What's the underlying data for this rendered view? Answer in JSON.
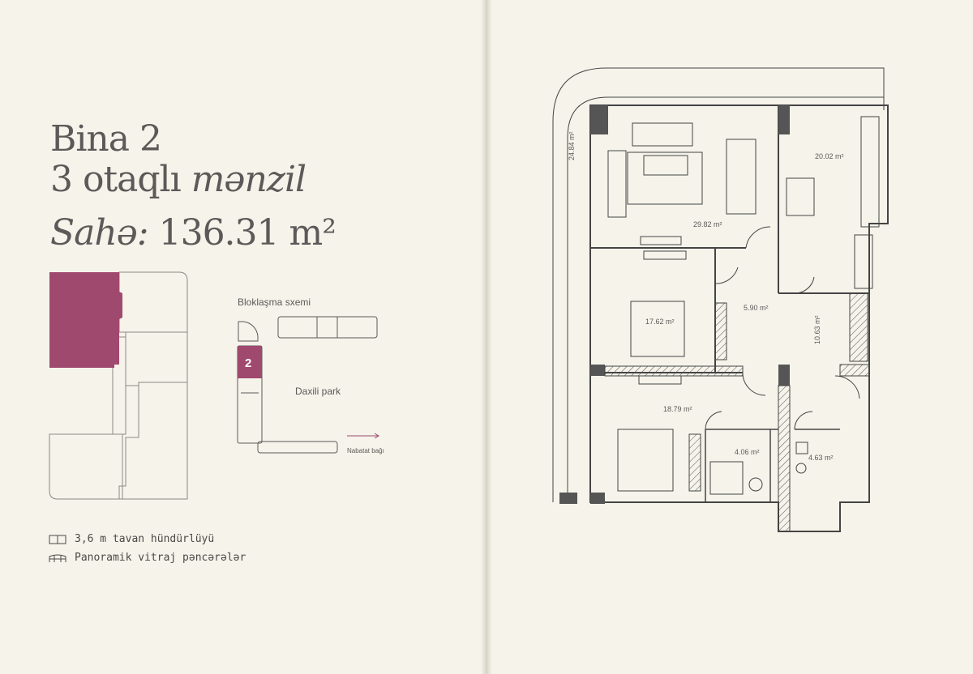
{
  "heading": {
    "building": "Bina 2",
    "rooms_prefix": "3 otaqlı",
    "rooms_suffix": "mənzil",
    "area_label": "Sahə:",
    "area_value": "136.31 m²"
  },
  "scheme": {
    "title": "Bloklaşma sxemi",
    "block_number": "2",
    "park_label": "Daxili park",
    "garden_label": "Nabatat bağı",
    "highlight_color": "#a0496e"
  },
  "features": [
    {
      "icon": "ceiling-height-icon",
      "text": "3,6 m tavan hündürlüyü"
    },
    {
      "icon": "window-icon",
      "text": "Panoramik vitraj pəncərələr"
    }
  ],
  "rooms": {
    "terrace": "24.84 m²",
    "living": "29.82 m²",
    "kitchen": "20.02 m²",
    "bedroom1": "17.62 m²",
    "hall": "5.90 m²",
    "corridor": "10.63 m²",
    "bedroom2": "18.79 m²",
    "bath1": "4.06 m²",
    "bath2": "4.63 m²"
  }
}
